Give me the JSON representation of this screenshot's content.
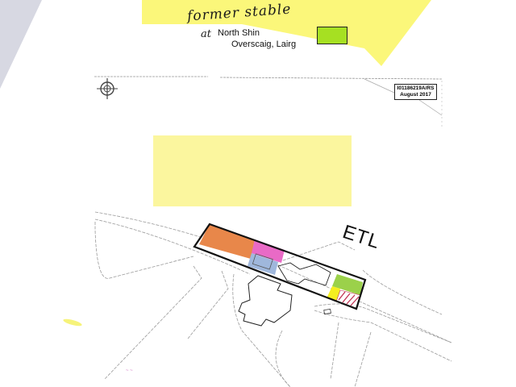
{
  "document": {
    "type": "scanned site location plan",
    "annotation": {
      "handwritten_title": "former stable",
      "handwritten_prefix": "at",
      "address_line1": "North Shin",
      "address_line2": "Overscaig, Lairg"
    },
    "legend_swatch": {
      "color": "#a6e022"
    },
    "reference_box": {
      "ref": "I01186219A/RS",
      "date": "August 2017"
    },
    "map_labels": {
      "road_label": "ETL"
    },
    "icons": {
      "north_arrow": "compass-icon"
    },
    "plot_colors": {
      "orange": "#e8874a",
      "pink": "#e96ac6",
      "blue": "#9fb7dc",
      "green": "#9bd14a",
      "yellow": "#f4ee20",
      "hatch": "#c03050",
      "highlight_yellow": "#faf68c"
    }
  }
}
